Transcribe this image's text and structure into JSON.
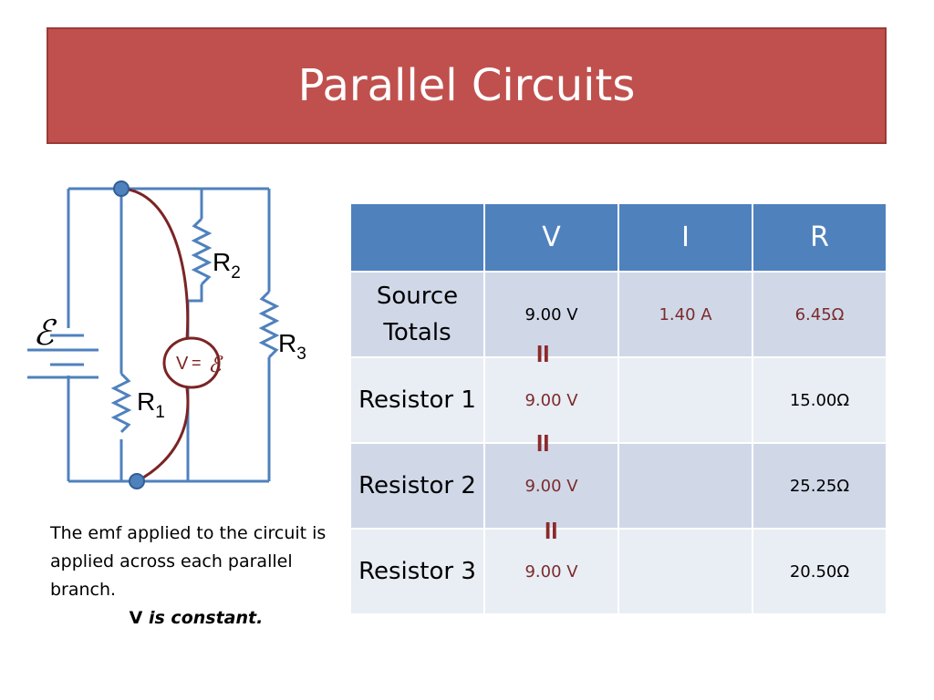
{
  "title": "Parallel Circuits",
  "circuit": {
    "emf_symbol": "ℰ",
    "labels": {
      "r1": "R",
      "r1_sub": "1",
      "r2": "R",
      "r2_sub": "2",
      "r3": "R",
      "r3_sub": "3",
      "voltmeter_v": "V",
      "voltmeter_eq": "=",
      "voltmeter_emf": "ℰ"
    },
    "colors": {
      "wire": "#4f81bd",
      "probe": "#7b2424"
    }
  },
  "caption": {
    "text": "The emf applied to the circuit is applied across each parallel branch.",
    "v": "V",
    "constant": "is constant."
  },
  "table": {
    "headers": [
      "",
      "V",
      "I",
      "R"
    ],
    "rows": [
      {
        "label": "Source Totals",
        "v": "9.00 V",
        "i": "1.40 A",
        "r": "6.45Ω"
      },
      {
        "label": "Resistor 1",
        "v": "9.00 V",
        "i": "",
        "r": "15.00Ω"
      },
      {
        "label": "Resistor 2",
        "v": "9.00 V",
        "i": "",
        "r": "25.25Ω"
      },
      {
        "label": "Resistor 3",
        "v": "9.00 V",
        "i": "",
        "r": "20.50Ω"
      }
    ],
    "equal_sign": "II",
    "colors": {
      "header": "#4f81bd",
      "row_dark": "#d0d8e8",
      "row_light": "#e9edf4",
      "accent": "#7b2b2b"
    }
  }
}
